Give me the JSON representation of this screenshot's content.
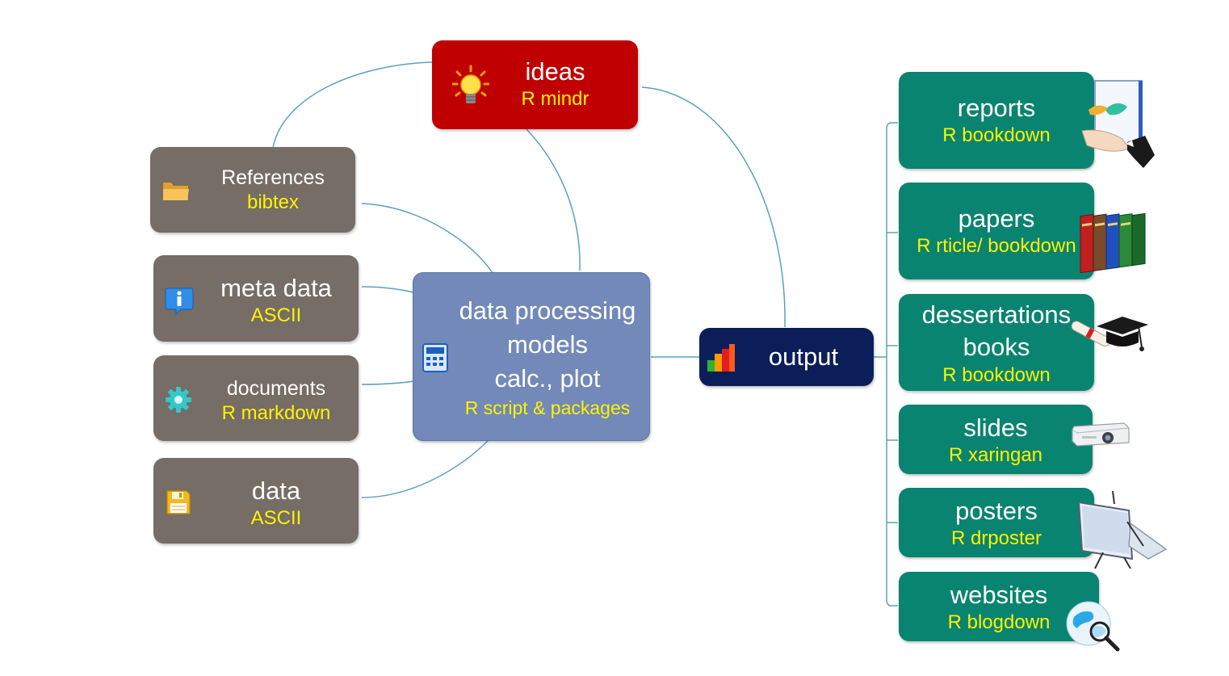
{
  "colors": {
    "ideas": "#c00000",
    "center": "#7289b9",
    "output": "#0b1e5a",
    "left_nodes": "#756d66",
    "right_nodes": "#098471",
    "subtitle": "#fff200",
    "connectors": "#5aa0c0"
  },
  "ideas": {
    "title": "ideas",
    "subtitle": "R mindr",
    "icon": "lightbulb-icon"
  },
  "center": {
    "line1": "data processing",
    "line2": "models",
    "line3": "calc., plot",
    "subtitle": "R script & packages",
    "icon": "calculator-icon"
  },
  "output": {
    "title": "output",
    "icon": "bar-chart-icon"
  },
  "left": [
    {
      "title": "References",
      "subtitle": "bibtex",
      "icon": "folder-icon"
    },
    {
      "title": "meta data",
      "subtitle": "ASCII",
      "icon": "info-icon"
    },
    {
      "title": "documents",
      "subtitle": "R markdown",
      "icon": "gear-icon"
    },
    {
      "title": "data",
      "subtitle": "ASCII",
      "icon": "floppy-disk-icon"
    }
  ],
  "right": [
    {
      "title": "reports",
      "subtitle": "R bookdown",
      "icon": "report-hand-icon"
    },
    {
      "title": "papers",
      "subtitle": "R rticle/ bookdown",
      "icon": "books-icon"
    },
    {
      "title": "dessertations",
      "title2": "books",
      "subtitle": "R bookdown",
      "icon": "graduation-cap-icon"
    },
    {
      "title": "slides",
      "subtitle": "R xaringan",
      "icon": "projector-icon"
    },
    {
      "title": "posters",
      "subtitle": "R drposter",
      "icon": "poster-easel-icon"
    },
    {
      "title": "websites",
      "subtitle": "R blogdown",
      "icon": "globe-search-icon"
    }
  ]
}
